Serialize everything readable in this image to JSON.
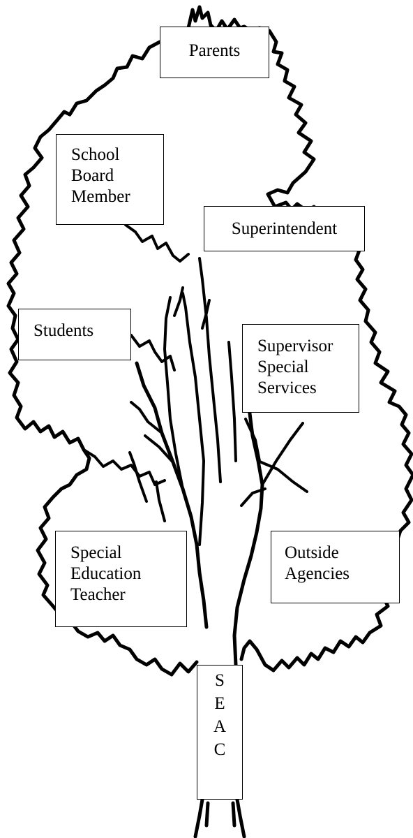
{
  "diagram": {
    "nodes": [
      {
        "id": "parents",
        "lines": [
          "Parents"
        ]
      },
      {
        "id": "school_board_member",
        "lines": [
          "School",
          "Board",
          "Member"
        ]
      },
      {
        "id": "superintendent",
        "lines": [
          "Superintendent"
        ]
      },
      {
        "id": "students",
        "lines": [
          "Students"
        ]
      },
      {
        "id": "supervisor_special_services",
        "lines": [
          "Supervisor",
          "Special",
          "Services"
        ]
      },
      {
        "id": "special_education_teacher",
        "lines": [
          "Special",
          "Education",
          "Teacher"
        ]
      },
      {
        "id": "outside_agencies",
        "lines": [
          "Outside",
          "Agencies"
        ]
      },
      {
        "id": "seac",
        "lines": [
          "S",
          "E",
          "A",
          "C"
        ]
      }
    ]
  }
}
